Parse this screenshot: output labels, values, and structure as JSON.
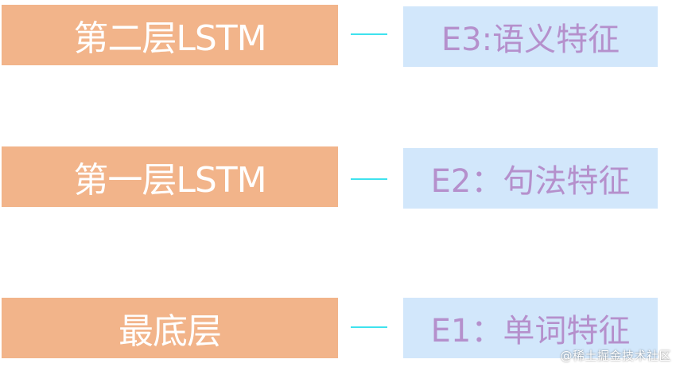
{
  "layers": [
    {
      "label": "第二层LSTM",
      "feature": "E3:语义特征"
    },
    {
      "label": "第一层LSTM",
      "feature": "E2：句法特征"
    },
    {
      "label": "最底层",
      "feature": "E1：单词特征"
    }
  ],
  "watermark": "@稀土掘金技术社区",
  "colors": {
    "layer_fill": "#f2b48a",
    "layer_text": "#ffffff",
    "feature_fill": "#d2e7fb",
    "feature_text": "#b590cc",
    "connector": "#3fe2ee"
  }
}
